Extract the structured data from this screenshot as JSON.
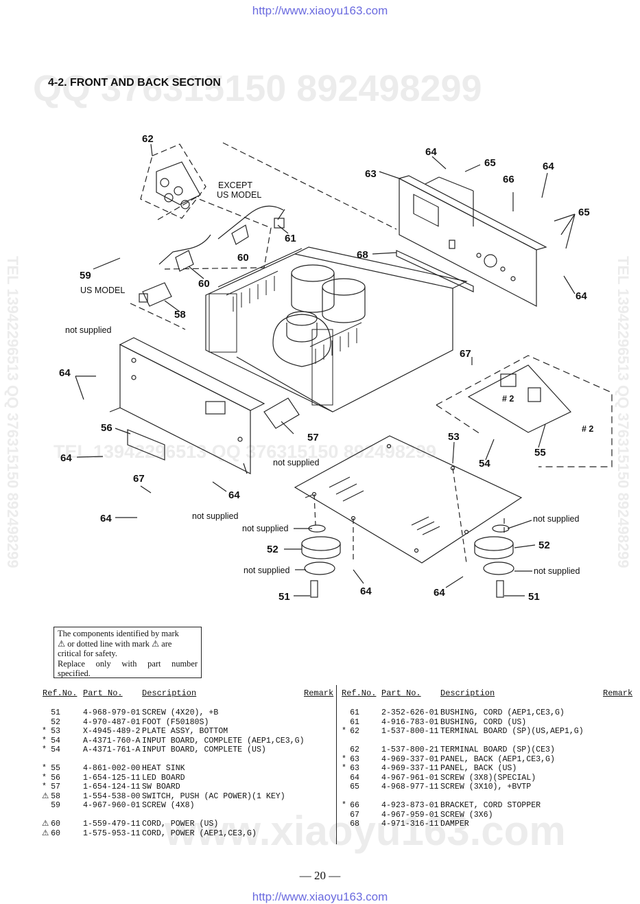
{
  "header_url": "http://www.xiaoyu163.com",
  "footer_url": "http://www.xiaoyu163.com",
  "watermarks": {
    "top": "QQ 376315150   892498299",
    "middle": "TEL 13942296513   QQ 376315150   892498299",
    "left_vertical": "TEL 13942296513   QQ 376315150   892498299",
    "right_vertical": "TEL 13942296513   QQ 376315150   892498299",
    "bottom": "www.xiaoyu163.com"
  },
  "section_title": "4-2.  FRONT AND BACK SECTION",
  "diagram": {
    "callouts": {
      "c62": "62",
      "c63": "63",
      "c64a": "64",
      "c65a": "65",
      "c66": "66",
      "c64b": "64",
      "c65b": "65",
      "c68": "68",
      "c61": "61",
      "c60a": "60",
      "c59": "59",
      "c60b": "60",
      "c58": "58",
      "c64c": "64",
      "c67a": "67",
      "c56": "56",
      "c64d": "64",
      "c57": "57",
      "c53": "53",
      "c55": "55",
      "c54": "54",
      "c67b": "67",
      "c64e": "64",
      "c64f": "64",
      "c52a": "52",
      "c52b": "52",
      "c51a": "51",
      "c51b": "51",
      "c64g": "64",
      "c64h": "64"
    },
    "labels": {
      "except_us_1": "EXCEPT",
      "except_us_2": "US MODEL",
      "us_model": "US MODEL",
      "ns1": "not supplied",
      "ns2": "not supplied",
      "ns3": "not supplied",
      "ns4": "not supplied",
      "ns5": "not supplied",
      "ns6": "not supplied",
      "ns7": "not supplied",
      "h2a": "# 2",
      "h2b": "# 2"
    }
  },
  "safety_notice": {
    "line1": "The components identified by mark",
    "line2": "⚠ or dotted line with mark ⚠ are",
    "line3": "critical for safety.",
    "line4": "Replace only with part number",
    "line5": "specified."
  },
  "table_headers": {
    "ref": "Ref.No.",
    "part": "Part No.",
    "desc": "Description",
    "remark": "Remark"
  },
  "parts_left": [
    {
      "mark": "",
      "ref": "51",
      "part": "4-968-979-01",
      "desc": "SCREW (4X20), +B"
    },
    {
      "mark": "",
      "ref": "52",
      "part": "4-970-487-01",
      "desc": "FOOT (F50180S)"
    },
    {
      "mark": "*",
      "ref": "53",
      "part": "X-4945-489-2",
      "desc": "PLATE ASSY, BOTTOM"
    },
    {
      "mark": "*",
      "ref": "54",
      "part": "A-4371-760-A",
      "desc": "INPUT BOARD, COMPLETE (AEP1,CE3,G)"
    },
    {
      "mark": "*",
      "ref": "54",
      "part": "A-4371-761-A",
      "desc": "INPUT BOARD, COMPLETE (US)"
    },
    {
      "mark": "",
      "ref": "",
      "part": "",
      "desc": ""
    },
    {
      "mark": "*",
      "ref": "55",
      "part": "4-861-002-00",
      "desc": "HEAT SINK"
    },
    {
      "mark": "*",
      "ref": "56",
      "part": "1-654-125-11",
      "desc": "LED BOARD"
    },
    {
      "mark": "*",
      "ref": "57",
      "part": "1-654-124-11",
      "desc": "SW BOARD"
    },
    {
      "mark": "⚠",
      "ref": "58",
      "part": "1-554-538-00",
      "desc": "SWITCH, PUSH (AC POWER)(1 KEY)"
    },
    {
      "mark": "",
      "ref": "59",
      "part": "4-967-960-01",
      "desc": "SCREW (4X8)"
    },
    {
      "mark": "",
      "ref": "",
      "part": "",
      "desc": ""
    },
    {
      "mark": "⚠",
      "ref": "60",
      "part": "1-559-479-11",
      "desc": "CORD, POWER (US)"
    },
    {
      "mark": "⚠",
      "ref": "60",
      "part": "1-575-953-11",
      "desc": "CORD, POWER (AEP1,CE3,G)"
    }
  ],
  "parts_right": [
    {
      "mark": "",
      "ref": "61",
      "part": "2-352-626-01",
      "desc": "BUSHING, CORD (AEP1,CE3,G)"
    },
    {
      "mark": "",
      "ref": "61",
      "part": "4-916-783-01",
      "desc": "BUSHING, CORD (US)"
    },
    {
      "mark": "*",
      "ref": "62",
      "part": "1-537-800-11",
      "desc": "TERMINAL BOARD (SP)(US,AEP1,G)"
    },
    {
      "mark": "",
      "ref": "",
      "part": "",
      "desc": ""
    },
    {
      "mark": "",
      "ref": "62",
      "part": "1-537-800-21",
      "desc": "TERMINAL BOARD (SP)(CE3)"
    },
    {
      "mark": "*",
      "ref": "63",
      "part": "4-969-337-01",
      "desc": "PANEL, BACK (AEP1,CE3,G)"
    },
    {
      "mark": "*",
      "ref": "63",
      "part": "4-969-337-11",
      "desc": "PANEL, BACK (US)"
    },
    {
      "mark": "",
      "ref": "64",
      "part": "4-967-961-01",
      "desc": "SCREW (3X8)(SPECIAL)"
    },
    {
      "mark": "",
      "ref": "65",
      "part": "4-968-977-11",
      "desc": "SCREW (3X10), +BVTP"
    },
    {
      "mark": "",
      "ref": "",
      "part": "",
      "desc": ""
    },
    {
      "mark": "*",
      "ref": "66",
      "part": "4-923-873-01",
      "desc": "BRACKET, CORD STOPPER"
    },
    {
      "mark": "",
      "ref": "67",
      "part": "4-967-959-01",
      "desc": "SCREW (3X6)"
    },
    {
      "mark": "",
      "ref": "68",
      "part": "4-971-316-11",
      "desc": "DAMPER"
    }
  ],
  "page_number": "— 20 —"
}
